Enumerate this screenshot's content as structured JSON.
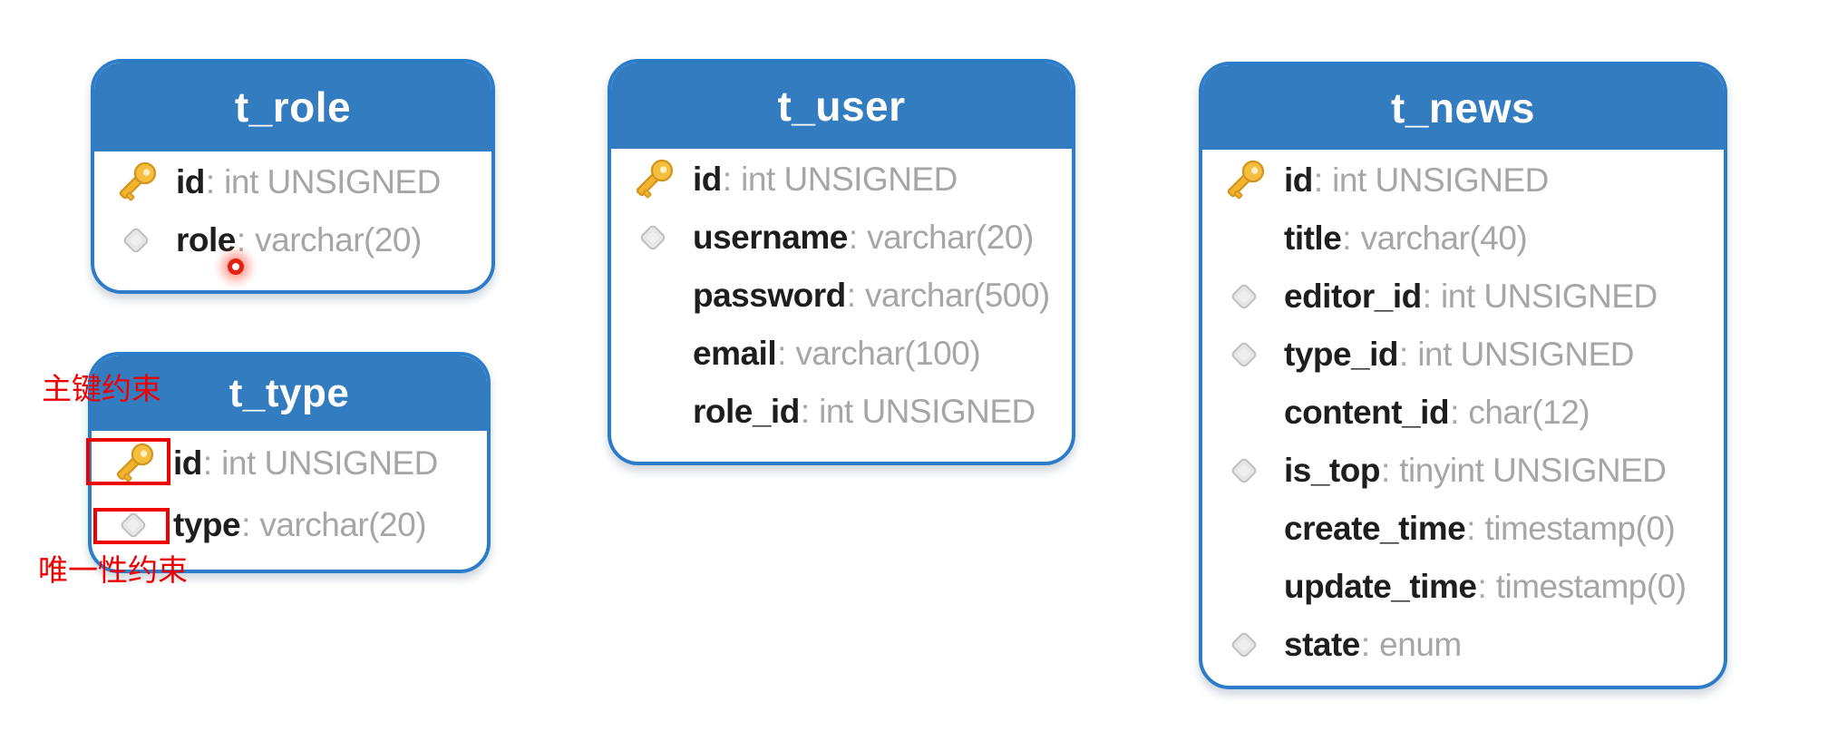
{
  "labels": {
    "colon": ":"
  },
  "annotations": {
    "primary_key_label": "主键约束",
    "unique_label": "唯一性约束"
  },
  "colors": {
    "header_blue": "#337CC0",
    "border_blue": "#2C7CC9",
    "field_name": "#1E1E1E",
    "field_type": "#A6A6A6",
    "annotation_red": "#EE0000",
    "key_gold": "#F2B42D",
    "diamond_gray": "#E6E6E6"
  },
  "icons": {
    "primary_key": "primary-key-icon",
    "unique": "unique-icon"
  },
  "tables": [
    {
      "name": "t_role",
      "fields": [
        {
          "name": "id",
          "type": "int UNSIGNED",
          "icon": "primary-key-icon"
        },
        {
          "name": "role",
          "type": "varchar(20)",
          "icon": "unique-icon"
        }
      ]
    },
    {
      "name": "t_user",
      "fields": [
        {
          "name": "id",
          "type": "int UNSIGNED",
          "icon": "primary-key-icon"
        },
        {
          "name": "username",
          "type": "varchar(20)",
          "icon": "unique-icon"
        },
        {
          "name": "password",
          "type": "varchar(500)",
          "icon": null
        },
        {
          "name": "email",
          "type": "varchar(100)",
          "icon": null
        },
        {
          "name": "role_id",
          "type": "int UNSIGNED",
          "icon": null
        }
      ]
    },
    {
      "name": "t_type",
      "fields": [
        {
          "name": "id",
          "type": "int UNSIGNED",
          "icon": "primary-key-icon"
        },
        {
          "name": "type",
          "type": "varchar(20)",
          "icon": "unique-icon"
        }
      ]
    },
    {
      "name": "t_news",
      "fields": [
        {
          "name": "id",
          "type": "int UNSIGNED",
          "icon": "primary-key-icon"
        },
        {
          "name": "title",
          "type": "varchar(40)",
          "icon": null
        },
        {
          "name": "editor_id",
          "type": "int UNSIGNED",
          "icon": "unique-icon"
        },
        {
          "name": "type_id",
          "type": "int UNSIGNED",
          "icon": "unique-icon"
        },
        {
          "name": "content_id",
          "type": "char(12)",
          "icon": null
        },
        {
          "name": "is_top",
          "type": "tinyint UNSIGNED",
          "icon": "unique-icon"
        },
        {
          "name": "create_time",
          "type": "timestamp(0)",
          "icon": null
        },
        {
          "name": "update_time",
          "type": "timestamp(0)",
          "icon": null
        },
        {
          "name": "state",
          "type": "enum",
          "icon": "unique-icon"
        }
      ]
    }
  ]
}
